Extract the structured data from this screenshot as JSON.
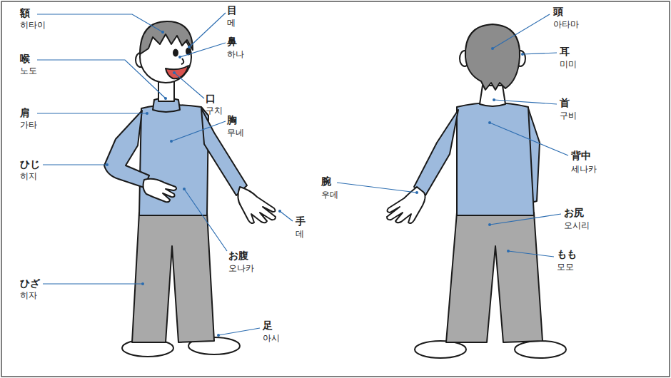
{
  "diagram": {
    "labels": [
      "額",
      "히타이",
      "目",
      "메",
      "鼻",
      "하나",
      "喉",
      "노도",
      "口",
      "구치",
      "肩",
      "가타",
      "胸",
      "무네",
      "ひじ",
      "히지",
      "腕",
      "우데",
      "手",
      "데",
      "お腹",
      "오나카",
      "ひざ",
      "히자",
      "足",
      "아시",
      "頭",
      "아타마",
      "耳",
      "미미",
      "首",
      "구비",
      "背中",
      "세나카",
      "お尻",
      "오시리",
      "もも",
      "모모"
    ]
  }
}
